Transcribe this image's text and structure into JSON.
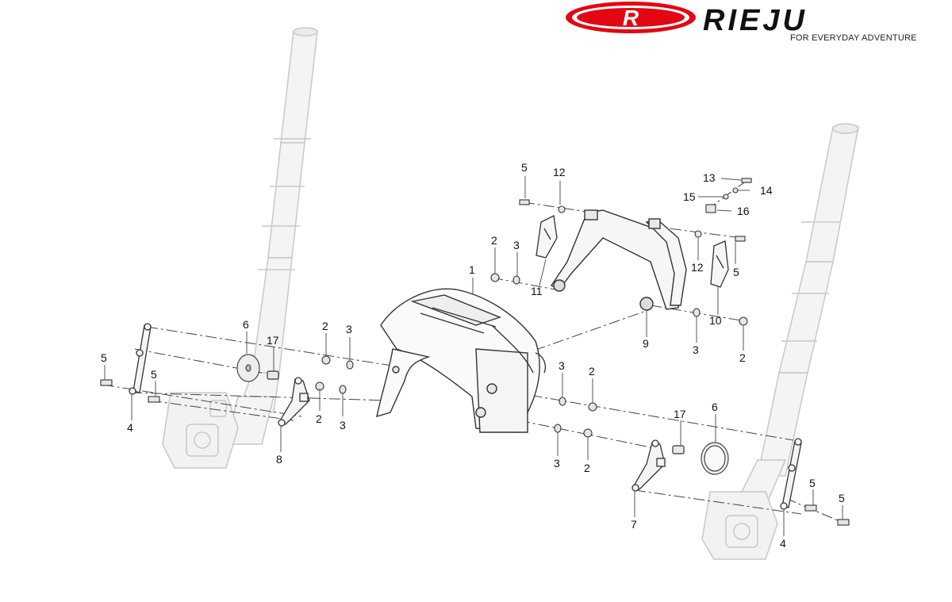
{
  "brand": {
    "logo_letter": "R",
    "wordmark": "RIEJU",
    "tagline": "FOR EVERYDAY ADVENTURE",
    "logo_color": "#e30613"
  },
  "callouts": {
    "c1": "1",
    "c2a": "2",
    "c2b": "2",
    "c2c": "2",
    "c2d": "2",
    "c2e": "2",
    "c2f": "2",
    "c3a": "3",
    "c3b": "3",
    "c3c": "3",
    "c3d": "3",
    "c3e": "3",
    "c3f": "3",
    "c4a": "4",
    "c4b": "4",
    "c5a": "5",
    "c5b": "5",
    "c5c": "5",
    "c5d": "5",
    "c5e": "5",
    "c5f": "5",
    "c6a": "6",
    "c6b": "6",
    "c7": "7",
    "c8": "8",
    "c9": "9",
    "c10": "10",
    "c11": "11",
    "c12a": "12",
    "c12b": "12",
    "c13": "13",
    "c14": "14",
    "c15": "15",
    "c16": "16",
    "c17a": "17",
    "c17b": "17"
  }
}
